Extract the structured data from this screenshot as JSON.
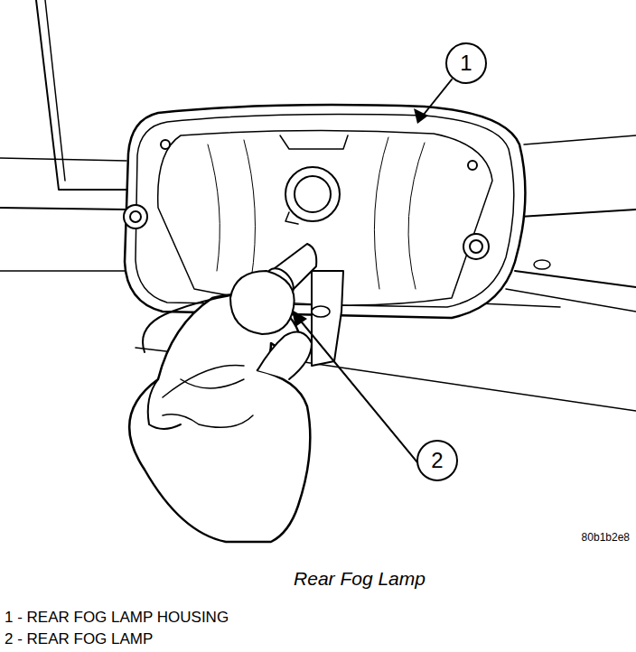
{
  "diagram": {
    "caption": "Rear Fog Lamp",
    "labels": [
      "1",
      "2",
      "80b1b2e8",
      "1 - REAR FOG LAMP HOUSING",
      "2 - REAR FOG LAMP"
    ]
  }
}
